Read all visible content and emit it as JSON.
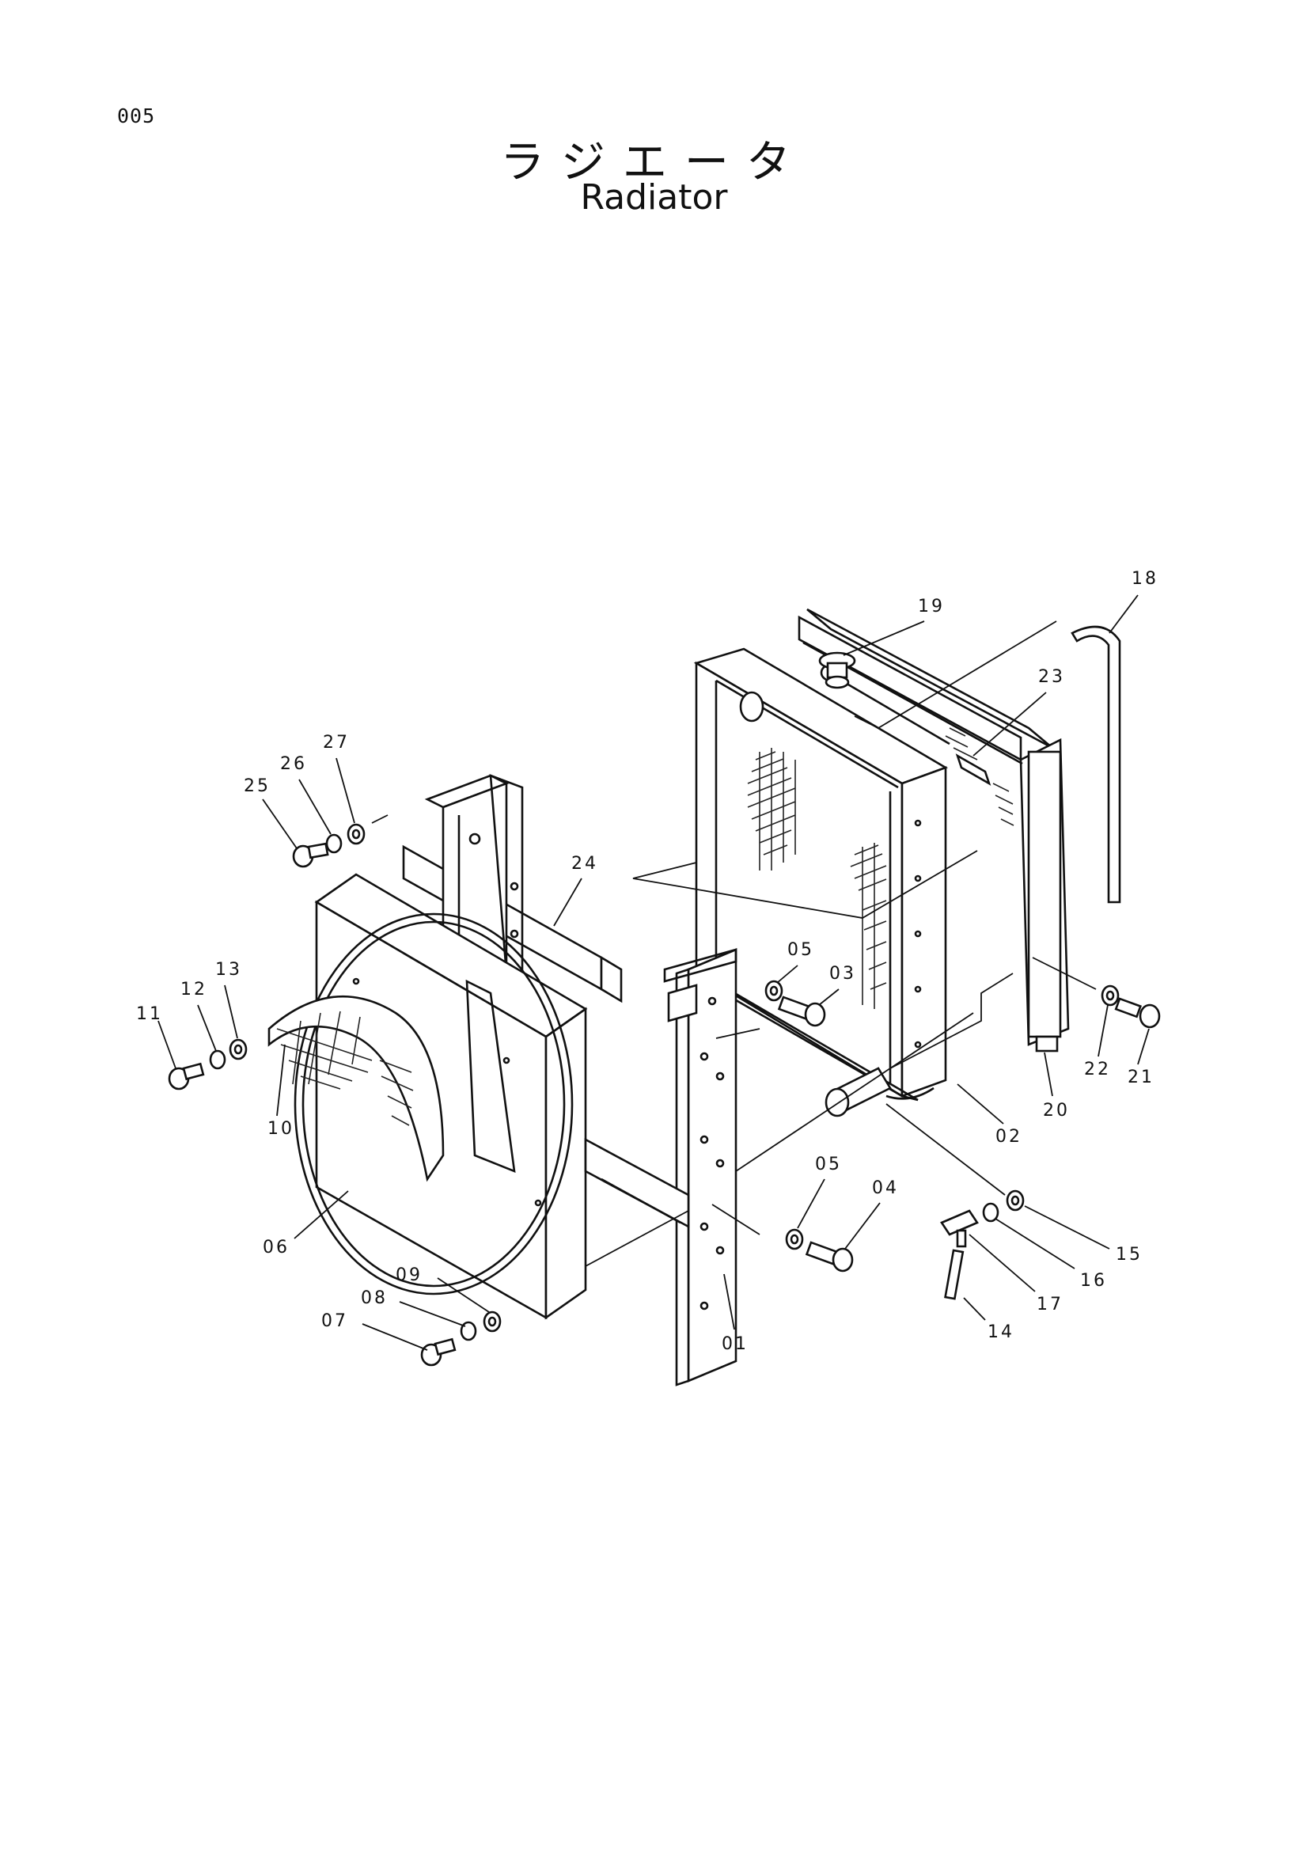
{
  "page": {
    "number": "005",
    "title_jp": "ラジエータ",
    "title_en": "Radiator"
  },
  "callouts": [
    {
      "id": "18",
      "label": "18"
    },
    {
      "id": "19",
      "label": "19"
    },
    {
      "id": "23",
      "label": "23"
    },
    {
      "id": "27",
      "label": "27"
    },
    {
      "id": "26",
      "label": "26"
    },
    {
      "id": "25",
      "label": "25"
    },
    {
      "id": "24",
      "label": "24"
    },
    {
      "id": "05a",
      "label": "05"
    },
    {
      "id": "03",
      "label": "03"
    },
    {
      "id": "13",
      "label": "13"
    },
    {
      "id": "12",
      "label": "12"
    },
    {
      "id": "11",
      "label": "11"
    },
    {
      "id": "10",
      "label": "10"
    },
    {
      "id": "22",
      "label": "22"
    },
    {
      "id": "21",
      "label": "21"
    },
    {
      "id": "20",
      "label": "20"
    },
    {
      "id": "02",
      "label": "02"
    },
    {
      "id": "05b",
      "label": "05"
    },
    {
      "id": "04",
      "label": "04"
    },
    {
      "id": "15",
      "label": "15"
    },
    {
      "id": "16",
      "label": "16"
    },
    {
      "id": "17",
      "label": "17"
    },
    {
      "id": "14",
      "label": "14"
    },
    {
      "id": "06",
      "label": "06"
    },
    {
      "id": "09",
      "label": "09"
    },
    {
      "id": "08",
      "label": "08"
    },
    {
      "id": "07",
      "label": "07"
    },
    {
      "id": "01",
      "label": "01"
    }
  ]
}
